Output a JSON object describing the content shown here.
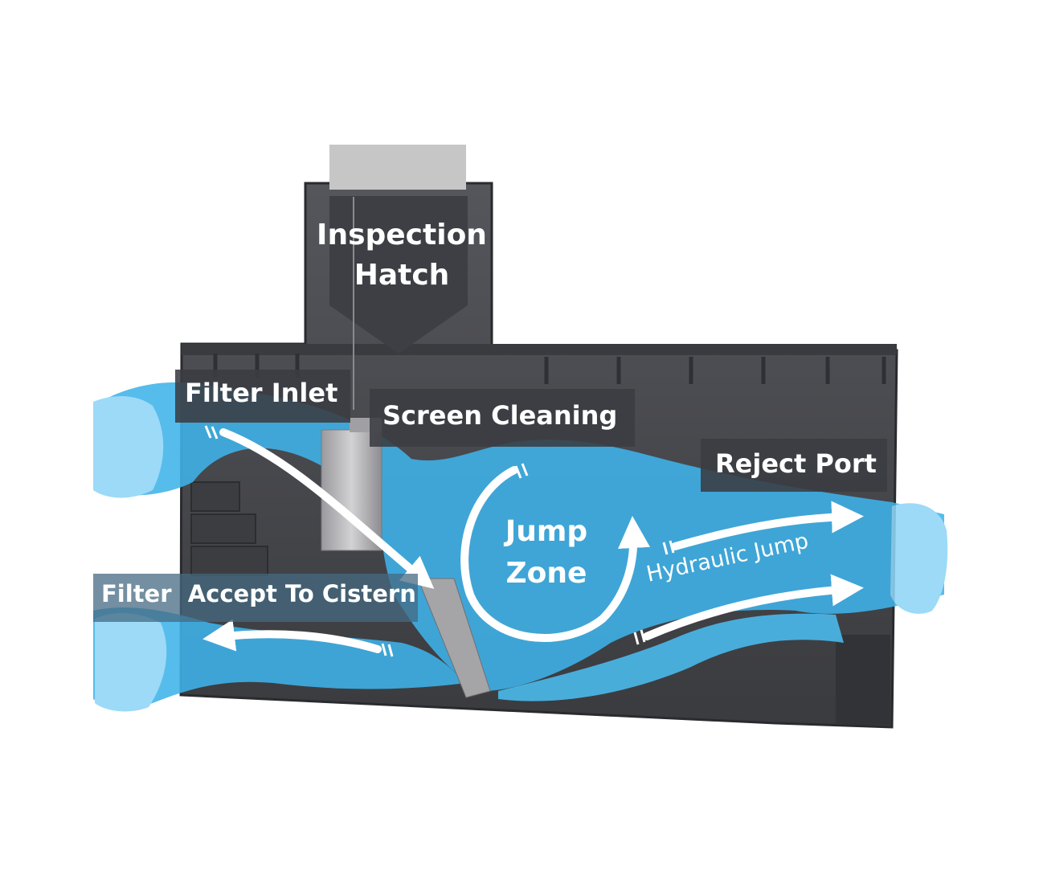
{
  "labels": {
    "inspection_hatch": [
      "Inspection",
      "Hatch"
    ],
    "filter_inlet": "Filter Inlet",
    "screen_cleaning": "Screen Cleaning",
    "reject_port": "Reject Port",
    "jump_zone": [
      "Jump",
      "Zone"
    ],
    "hydraulic_jump": "Hydraulic Jump",
    "filter_accept": "Filter  Accept To Cistern"
  },
  "colors": {
    "housing": "#4a4b50",
    "housing_dark": "#2f3034",
    "hatch_cap": "#c6c6c6",
    "water": "#3fb3ea",
    "water_light": "#8fd6f7",
    "arrow": "#ffffff",
    "label_box": "#3a3c42",
    "screen": "#b9b9bd"
  }
}
